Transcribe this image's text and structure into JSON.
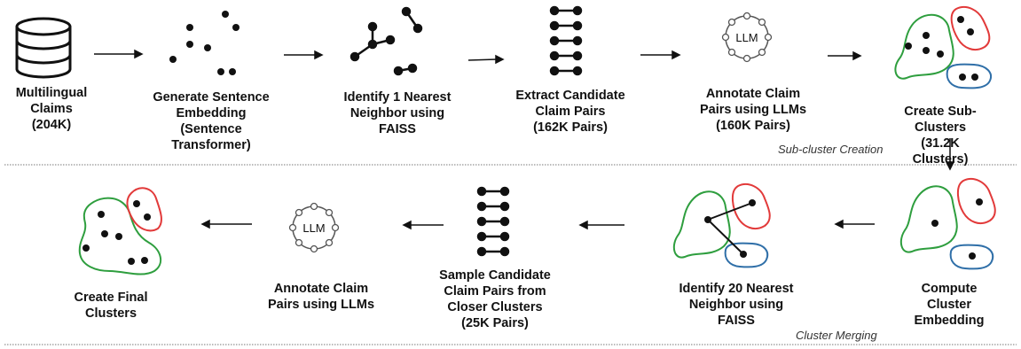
{
  "top_row": {
    "steps": [
      {
        "label": "Multilingual\nClaims\n(204K)",
        "icon": "database-icon"
      },
      {
        "label": "Generate Sentence\nEmbedding\n(Sentence\nTransformer)",
        "icon": "embedding-points-icon"
      },
      {
        "label": "Identify 1 Nearest\nNeighbor using\nFAISS",
        "icon": "nearest-neighbor-graph-icon"
      },
      {
        "label": "Extract Candidate\nClaim Pairs\n(162K Pairs)",
        "icon": "claim-pairs-icon"
      },
      {
        "label": "Annotate Claim\nPairs using LLMs\n(160K Pairs)",
        "icon": "llm-icon"
      },
      {
        "label": "Create Sub-Clusters\n(31.2K Clusters)",
        "icon": "sub-clusters-icon"
      }
    ],
    "section_label": "Sub-cluster Creation"
  },
  "bottom_row": {
    "steps": [
      {
        "label": "Compute Cluster\nEmbedding",
        "icon": "cluster-embedding-icon"
      },
      {
        "label": "Identify 20 Nearest\nNeighbor using\nFAISS",
        "icon": "cluster-neighbor-icon"
      },
      {
        "label": "Sample Candidate\nClaim Pairs from\nCloser Clusters\n(25K Pairs)",
        "icon": "claim-pairs-icon"
      },
      {
        "label": "Annotate Claim\nPairs using LLMs",
        "icon": "llm-icon"
      },
      {
        "label": "Create Final\nClusters",
        "icon": "final-clusters-icon"
      }
    ],
    "section_label": "Cluster Merging"
  },
  "llm_text": "LLM",
  "colors": {
    "green": "#2e9e3e",
    "red": "#e23a3a",
    "blue": "#2f6fa8",
    "ink": "#111111"
  }
}
